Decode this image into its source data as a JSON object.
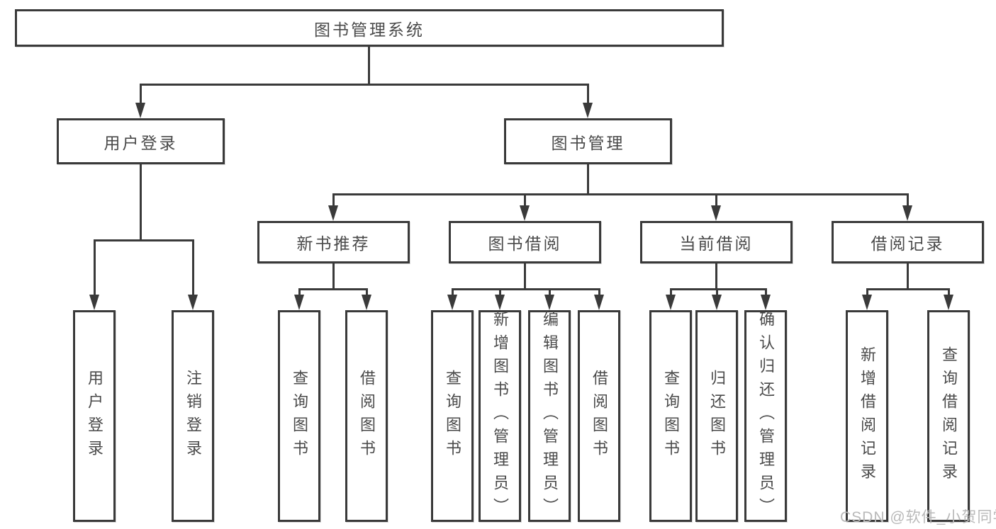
{
  "diagram": {
    "root": {
      "label": "图书管理系统"
    },
    "level2": [
      {
        "label": "用户登录"
      },
      {
        "label": "图书管理"
      }
    ],
    "level3": [
      {
        "label": "新书推荐"
      },
      {
        "label": "图书借阅"
      },
      {
        "label": "当前借阅"
      },
      {
        "label": "借阅记录"
      }
    ],
    "leaves": [
      {
        "label": "用户登录"
      },
      {
        "label": "注销登录"
      },
      {
        "label": "查询图书"
      },
      {
        "label": "借阅图书"
      },
      {
        "label": "查询图书"
      },
      {
        "label": "新增图书（管理员）"
      },
      {
        "label": "编辑图书（管理员）"
      },
      {
        "label": "借阅图书"
      },
      {
        "label": "查询图书"
      },
      {
        "label": "归还图书"
      },
      {
        "label": "确认归还（管理员）"
      },
      {
        "label": "新增借阅记录"
      },
      {
        "label": "查询借阅记录"
      }
    ],
    "colors": {
      "line": "#3a3a3a",
      "text": "#4a4a4a",
      "watermark": "#b9b9b9",
      "background": "#ffffff"
    }
  },
  "watermark": {
    "text": "CSDN @软件_小贺同学"
  }
}
